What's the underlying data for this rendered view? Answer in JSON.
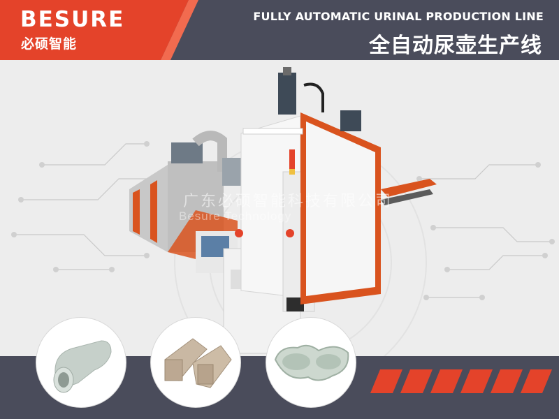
{
  "brand": {
    "logo_text": "BESURE",
    "logo_cn": "必硕智能"
  },
  "header": {
    "title_en": "FULLY AUTOMATIC URINAL PRODUCTION LINE",
    "title_cn": "全自动尿壶生产线"
  },
  "watermark": {
    "cn": "广东必硕智能科技有限公司",
    "en": "Besure Technology"
  },
  "colors": {
    "accent": "#e4432a",
    "dark_band": "#4a4c5b",
    "background": "#ededed",
    "machine_orange": "#d9531e"
  },
  "products": [
    {
      "name": "elbow-urinal-icon"
    },
    {
      "name": "paper-molds-icon"
    },
    {
      "name": "pulp-tray-icon"
    }
  ]
}
